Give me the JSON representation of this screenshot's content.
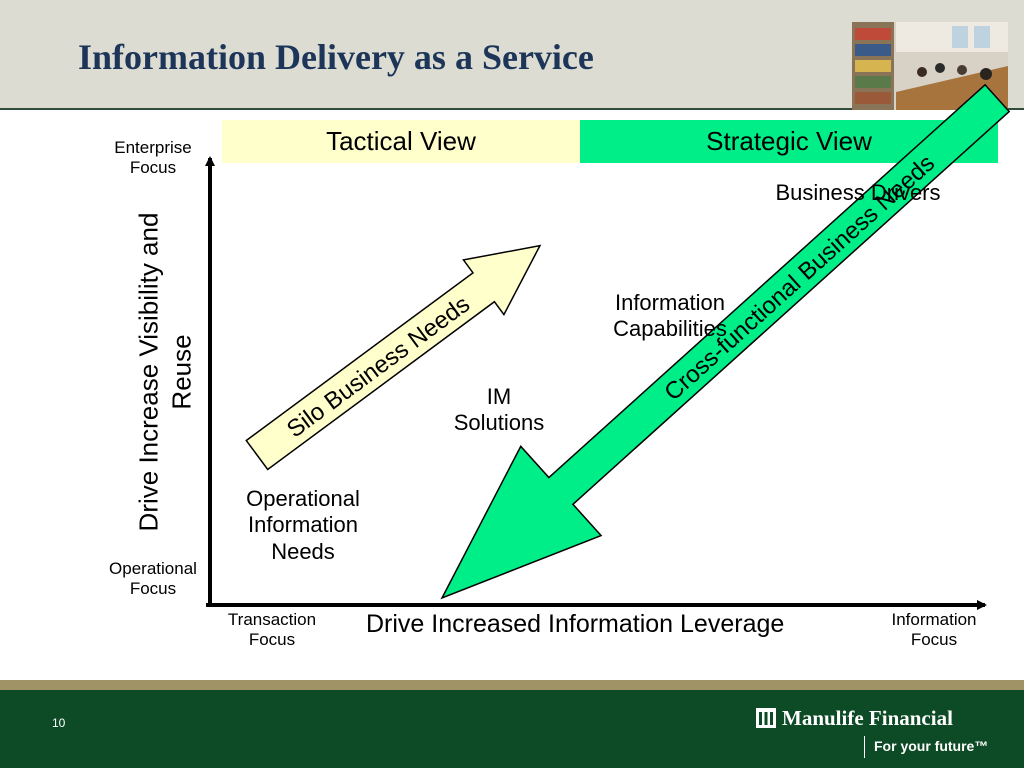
{
  "slide": {
    "title": "Information Delivery as a Service",
    "page_number": "10"
  },
  "columns": {
    "tactical": "Tactical View",
    "strategic": "Strategic View"
  },
  "axes": {
    "y_top": "Enterprise Focus",
    "y_bottom": "Operational Focus",
    "y_title": "Drive Increase Visibility and Reuse",
    "x_left": "Transaction Focus",
    "x_right": "Information Focus",
    "x_title": "Drive Increased Information Leverage"
  },
  "arrows": {
    "silo": "Silo Business Needs",
    "cross": "Cross-functional Business Needs"
  },
  "labels": {
    "business_drivers": "Business Drivers",
    "information_capabilities": "Information Capabilities",
    "im_solutions": "IM Solutions",
    "operational_needs": "Operational Information Needs"
  },
  "footer": {
    "brand": "Manulife Financial",
    "tagline": "For your future™"
  },
  "colors": {
    "title": "#1c3558",
    "header_band": "#dcdcd2",
    "tactical_fill": "#ffffcc",
    "strategic_fill": "#00ee88",
    "footer_green": "#0d4a26",
    "footer_gold": "#a09466"
  }
}
